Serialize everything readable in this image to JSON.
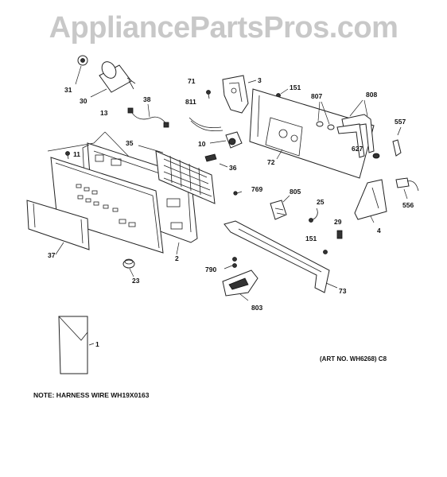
{
  "watermark": "AppliancePartsPros.com",
  "note": "NOTE: HARNESS WIRE WH19X0163",
  "art_number": "(ART NO. WH6268) C8",
  "callouts": {
    "p31": "31",
    "p30": "30",
    "p38": "38",
    "p13": "13",
    "p11": "11",
    "p35": "35",
    "p71": "71",
    "p3": "3",
    "p811": "811",
    "p10": "10",
    "p36": "36",
    "p151a": "151",
    "p807": "807",
    "p808": "808",
    "p557": "557",
    "p627": "627",
    "p72": "72",
    "p769": "769",
    "p805": "805",
    "p25": "25",
    "p29": "29",
    "p4": "4",
    "p556": "556",
    "p37": "37",
    "p2": "2",
    "p23": "23",
    "p151b": "151",
    "p790": "790",
    "p73": "73",
    "p803": "803",
    "p1": "1"
  }
}
